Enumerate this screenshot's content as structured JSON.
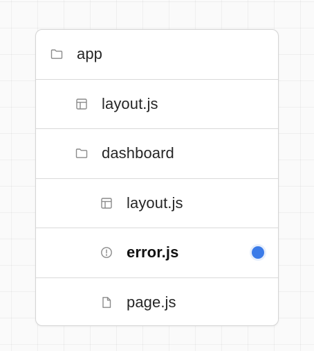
{
  "tree": {
    "rows": [
      {
        "label": "app",
        "icon": "folder-icon",
        "level": 0
      },
      {
        "label": "layout.js",
        "icon": "layout-icon",
        "level": 1
      },
      {
        "label": "dashboard",
        "icon": "folder-icon",
        "level": 1
      },
      {
        "label": "layout.js",
        "icon": "layout-icon",
        "level": 2
      },
      {
        "label": "error.js",
        "icon": "error-icon",
        "level": 2,
        "highlighted": true
      },
      {
        "label": "page.js",
        "icon": "file-icon",
        "level": 2
      }
    ],
    "accent_color": "#3b7be8"
  }
}
